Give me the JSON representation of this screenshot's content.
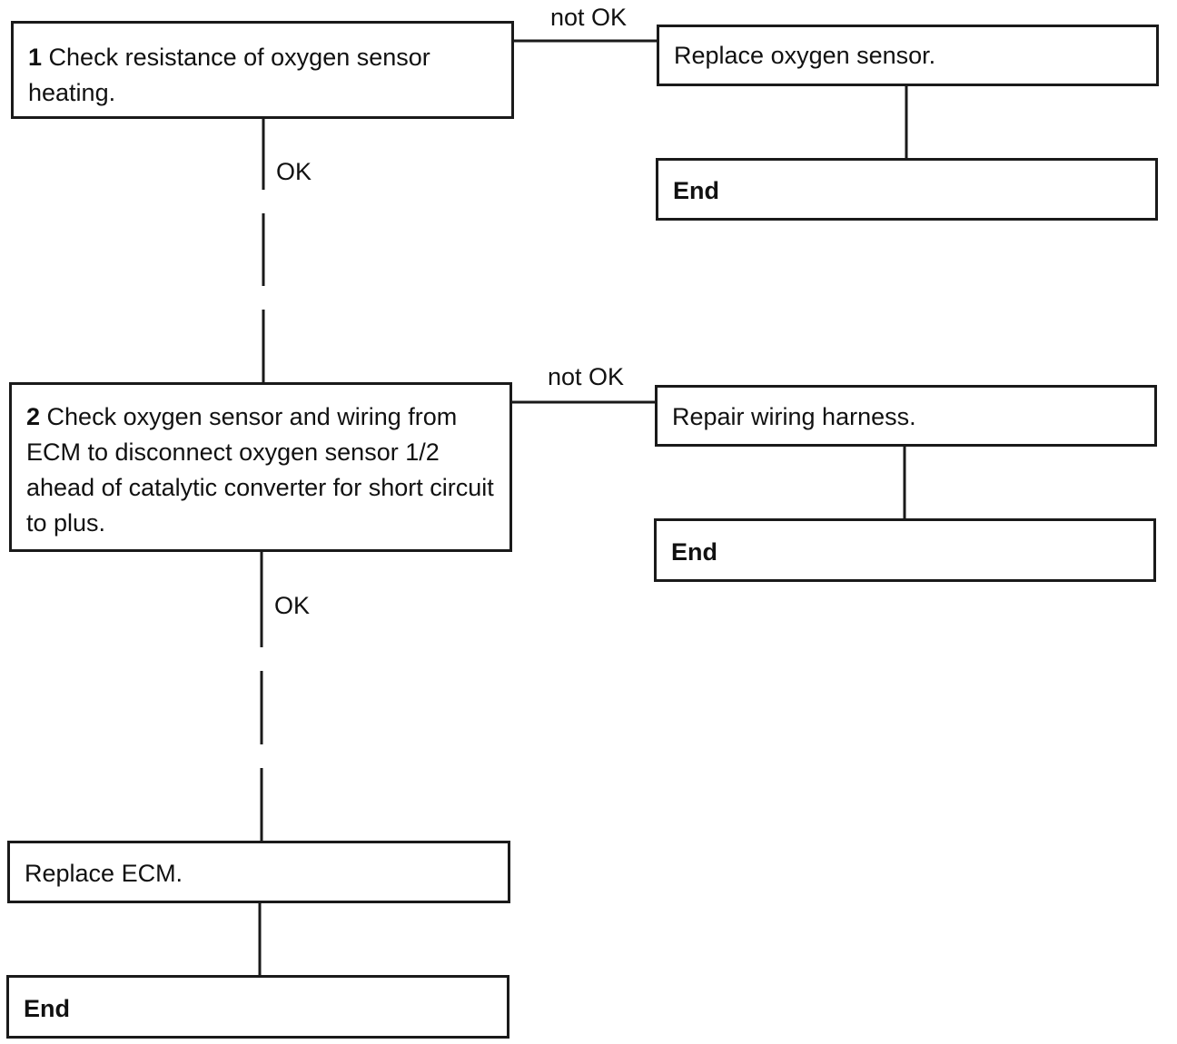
{
  "steps": [
    {
      "number": "1",
      "text": "Check resistance of oxygen sensor heating.",
      "ok_label": "OK",
      "not_ok_label": "not OK",
      "not_ok_action": "Replace oxygen sensor.",
      "not_ok_end": "End"
    },
    {
      "number": "2",
      "text": "Check oxygen sensor and wiring from ECM to disconnect oxygen sensor 1/2 ahead of catalytic converter for short circuit to plus.",
      "ok_label": "OK",
      "not_ok_label": "not OK",
      "not_ok_action": "Repair wiring harness.",
      "not_ok_end": "End"
    }
  ],
  "final": {
    "action": "Replace ECM.",
    "end": "End"
  }
}
